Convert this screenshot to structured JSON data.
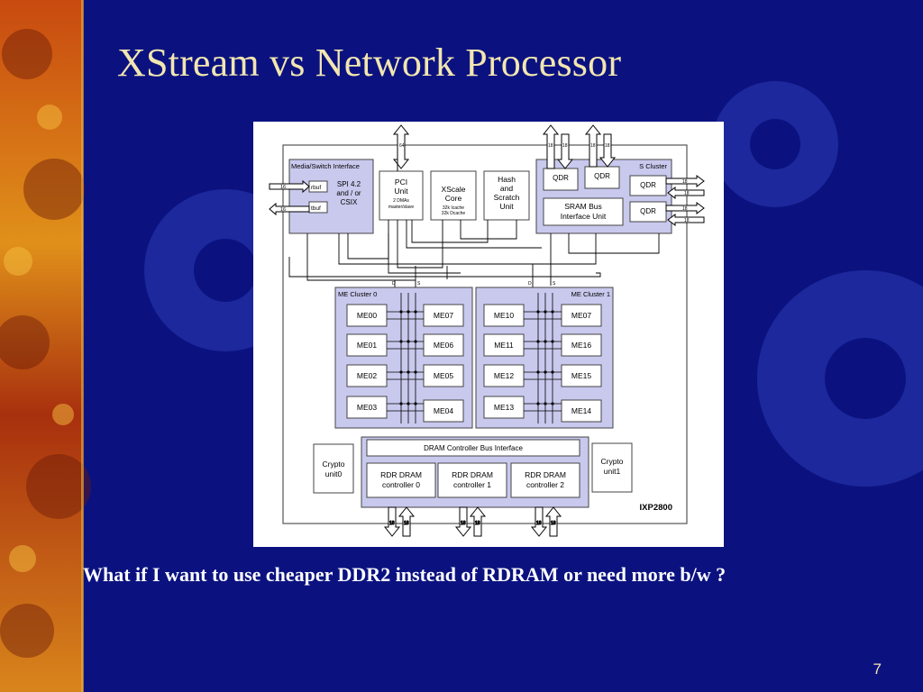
{
  "slide": {
    "title": "XStream vs Network Processor",
    "caption": "What if I want to use cheaper DDR2 instead of RDRAM or need more b/w ?",
    "page_number": "7"
  },
  "diagram": {
    "chip_label": "IXP2800",
    "msf": {
      "title": "Media/Switch Interface",
      "spi_line1": "SPI 4.2",
      "spi_line2": "and / or",
      "spi_line3": "CSIX",
      "rbuf": "rbuf",
      "tbuf": "tbuf",
      "bus_width": "16"
    },
    "pci": {
      "line1": "PCI",
      "line2": "Unit",
      "line3": "2 DMAs",
      "line4": "master/slave",
      "bus_width": "64"
    },
    "xscale": {
      "line1": "XScale",
      "line2": "Core",
      "line3": "32k Icache",
      "line4": "32k Dcache"
    },
    "hash": {
      "line1": "Hash",
      "line2": "and",
      "line3": "Scratch",
      "line4": "Unit"
    },
    "sram_cluster": {
      "title": "S Cluster",
      "qdr": "QDR",
      "sram_line1": "SRAM Bus",
      "sram_line2": "Interface Unit",
      "bus_width": "18"
    },
    "me_cluster0": {
      "title": "ME Cluster 0",
      "left": [
        "ME00",
        "ME01",
        "ME02",
        "ME03"
      ],
      "right": [
        "ME07",
        "ME06",
        "ME05",
        "ME04"
      ]
    },
    "me_cluster1": {
      "title": "ME Cluster 1",
      "left": [
        "ME10",
        "ME11",
        "ME12",
        "ME13"
      ],
      "right": [
        "ME07",
        "ME16",
        "ME15",
        "ME14"
      ]
    },
    "bus_labels": {
      "d": "D",
      "s": "S"
    },
    "dram": {
      "bus_interface": "DRAM Controller Bus Interface",
      "controllers": [
        {
          "line1": "RDR DRAM",
          "line2": "controller 0"
        },
        {
          "line1": "RDR DRAM",
          "line2": "controller 1"
        },
        {
          "line1": "RDR DRAM",
          "line2": "controller 2"
        }
      ],
      "bus_width": "18"
    },
    "crypto0": {
      "line1": "Crypto",
      "line2": "unit0"
    },
    "crypto1": {
      "line1": "Crypto",
      "line2": "unit1"
    }
  }
}
